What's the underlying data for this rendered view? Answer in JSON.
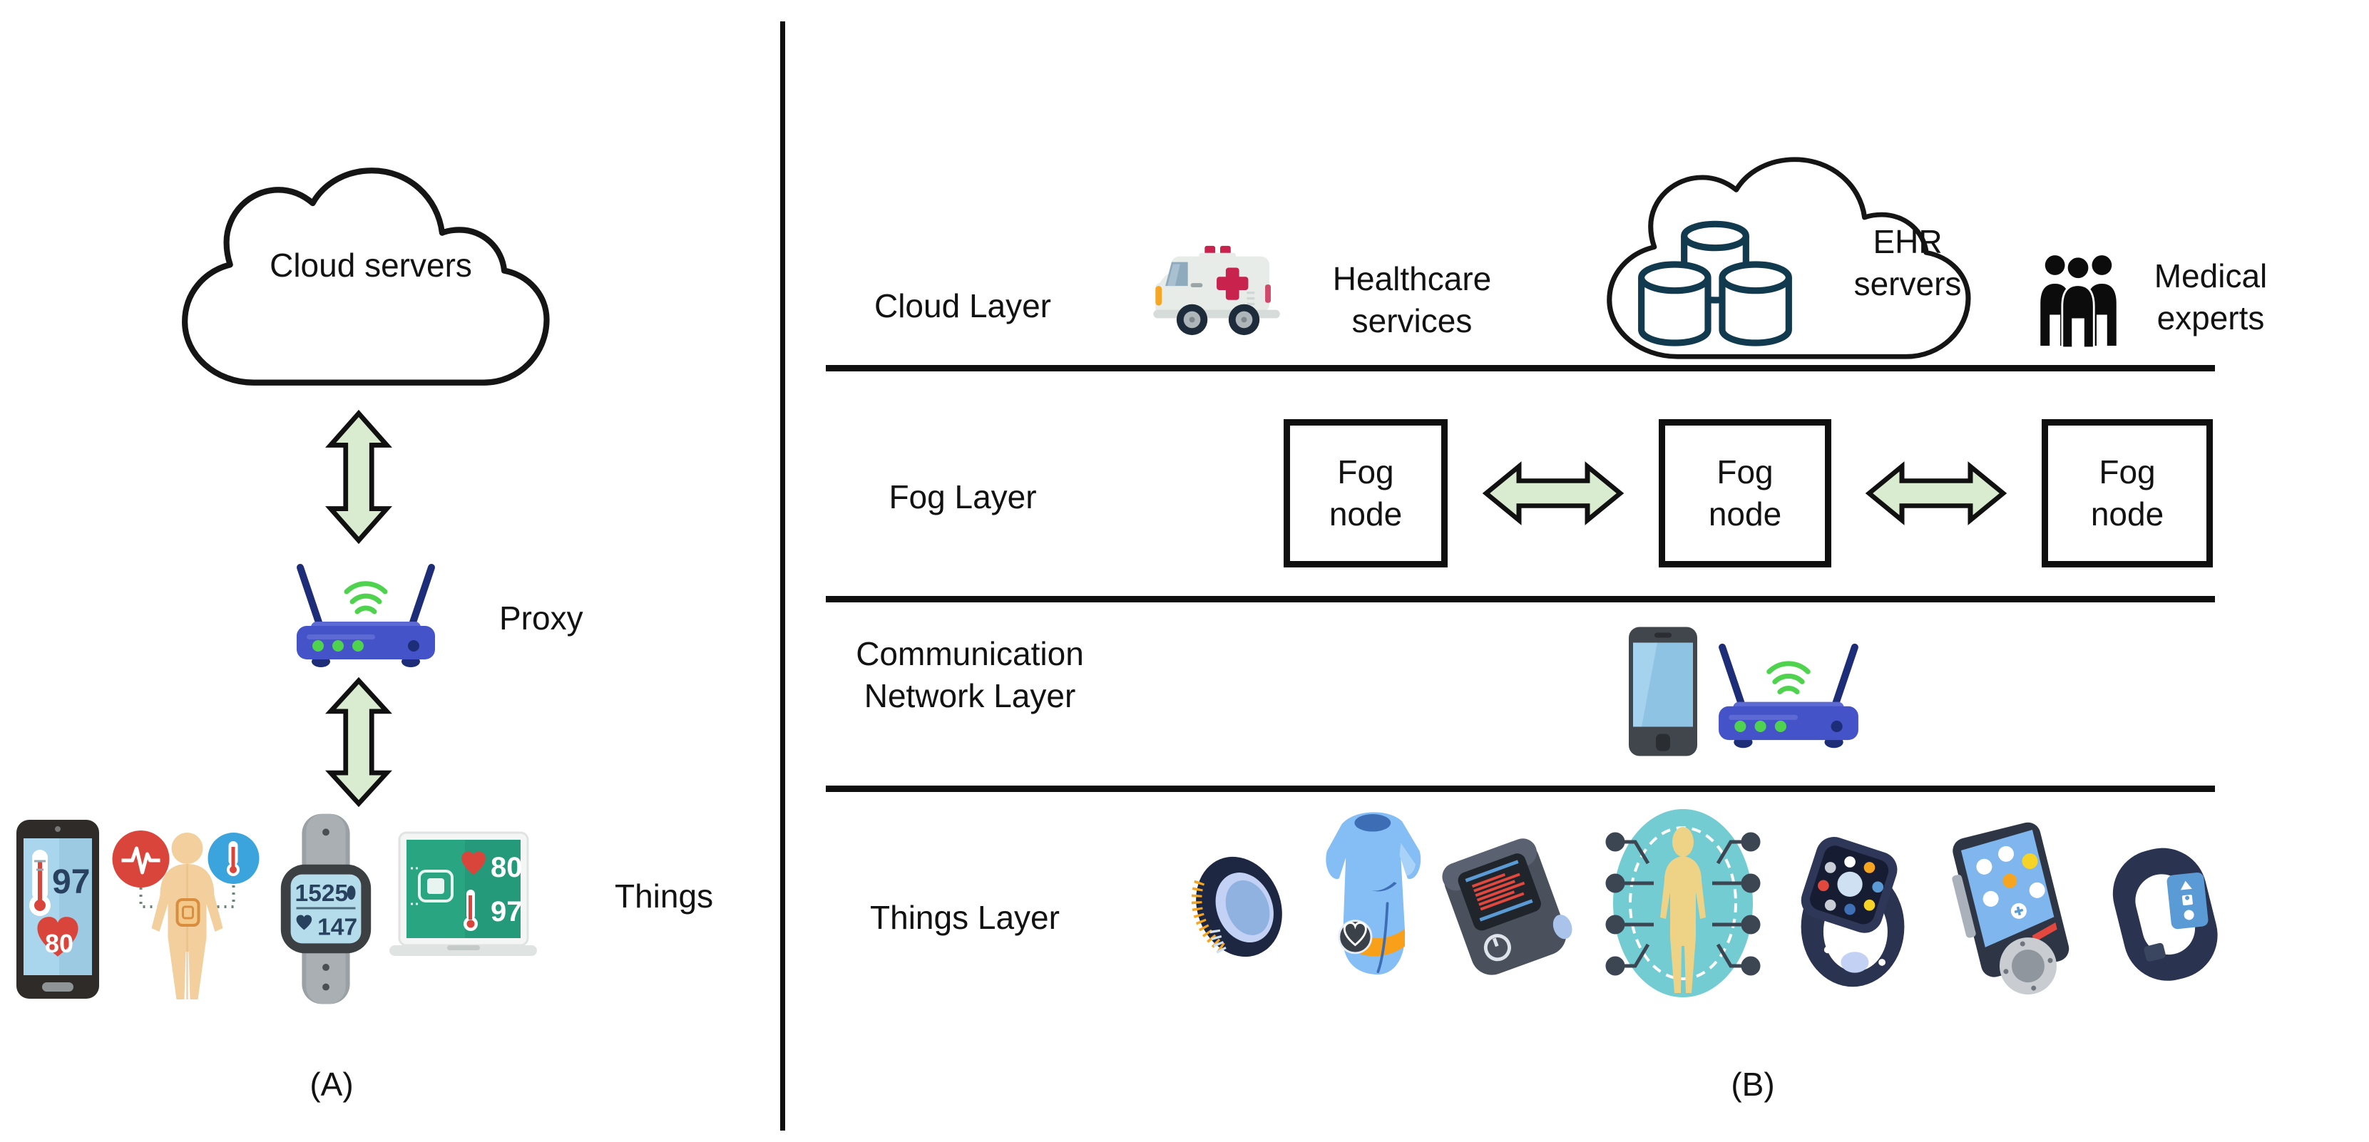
{
  "figure": {
    "panel_a": {
      "caption": "(A)",
      "cloud_label": "Cloud servers",
      "proxy_label": "Proxy",
      "things_label": "Things",
      "phone": {
        "temperature": "97",
        "heart_rate": "80"
      },
      "smartwatch": {
        "steps": "1525",
        "heart_rate": "147"
      },
      "laptop": {
        "heart_rate": "80",
        "temperature": "97"
      }
    },
    "panel_b": {
      "caption": "(B)",
      "cloud_layer": {
        "label": "Cloud Layer",
        "healthcare_services_label": "Healthcare services",
        "ehr_servers_label": "EHR servers",
        "medical_experts_label": "Medical experts"
      },
      "fog_layer": {
        "label": "Fog Layer",
        "nodes": [
          "Fog node",
          "Fog node",
          "Fog node"
        ]
      },
      "communication_layer": {
        "label": "Communication Network Layer"
      },
      "things_layer": {
        "label": "Things Layer"
      }
    }
  },
  "colors": {
    "outline_black": "#0f0f0f",
    "arrow_fill_green": "#d9ecd0",
    "router_body_blue": "#4553c9",
    "router_antenna_navy": "#1e2d77",
    "wifi_signal_green": "#4fd34f",
    "ehr_database_teal": "#123a4e",
    "ambulance_cross_red": "#c8234d",
    "screen_light_blue": "#a9d6ec",
    "heart_red": "#d9453a",
    "thermometer_blue": "#3ba4dc",
    "laptop_screen_green": "#2aa582",
    "skin_tan": "#f2cf9d",
    "body_network_teal": "#72ccd2",
    "vest_blue": "#85bdf5",
    "belt_orange": "#f9a01b",
    "device_navy": "#2a3350"
  },
  "icons": {
    "cloud-icon": "outlined cumulus cloud shape",
    "double-arrow-vertical-icon": "two-headed vertical block arrow, green fill",
    "double-arrow-horizontal-icon": "two-headed horizontal block arrow, green fill",
    "wifi-router-icon": "blue router with two antennas and green wifi waves",
    "ambulance-icon": "white van with red cross and beacon lights",
    "database-stack-icon": "three outlined database cylinders",
    "people-group-icon": "three black person silhouettes",
    "smartphone-icon": "phone with light blue screen",
    "health-phone-icon": "phone showing thermometer 97 and heart 80",
    "body-sensors-icon": "human figure with ECG and thermometer sensor bubbles",
    "fitness-watch-icon": "wrist watch showing 1525 steps and 147 heart rate",
    "health-laptop-icon": "laptop with green screen showing heart 80 and thermometer 97",
    "smart-ring-icon": "tilted smart ring with striped display",
    "smart-vest-icon": "blue vest with orange belt and heart sensor",
    "pulse-oximeter-icon": "dark fingertip pulse oximeter with red waveform",
    "body-area-network-icon": "yellow human figure on teal disc with sensor nodes",
    "smartwatch-icon": "smartwatch with colorful app dots",
    "medical-pump-icon": "handheld medical device with blue dotted screen and dial",
    "fitness-band-icon": "fitness tracker band with small blue screen"
  }
}
